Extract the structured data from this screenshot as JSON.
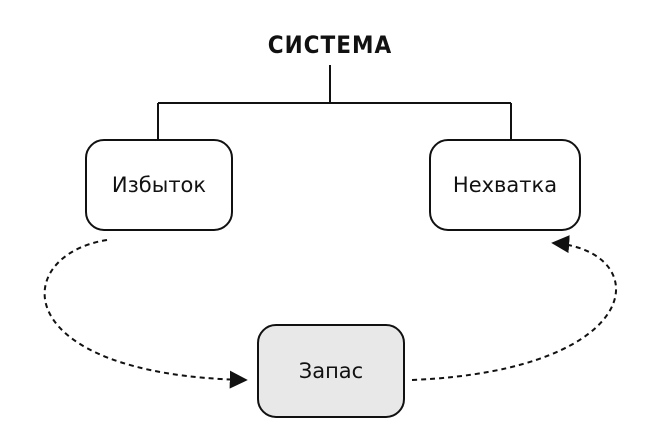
{
  "title": "СИСТЕМА",
  "nodes": {
    "surplus": {
      "label": "Избыток"
    },
    "shortage": {
      "label": "Нехватка"
    },
    "reserve": {
      "label": "Запас"
    }
  },
  "colors": {
    "stroke": "#111111",
    "box_fill": "#ffffff",
    "reserve_fill": "#e8e8e8",
    "background": "#ffffff"
  }
}
